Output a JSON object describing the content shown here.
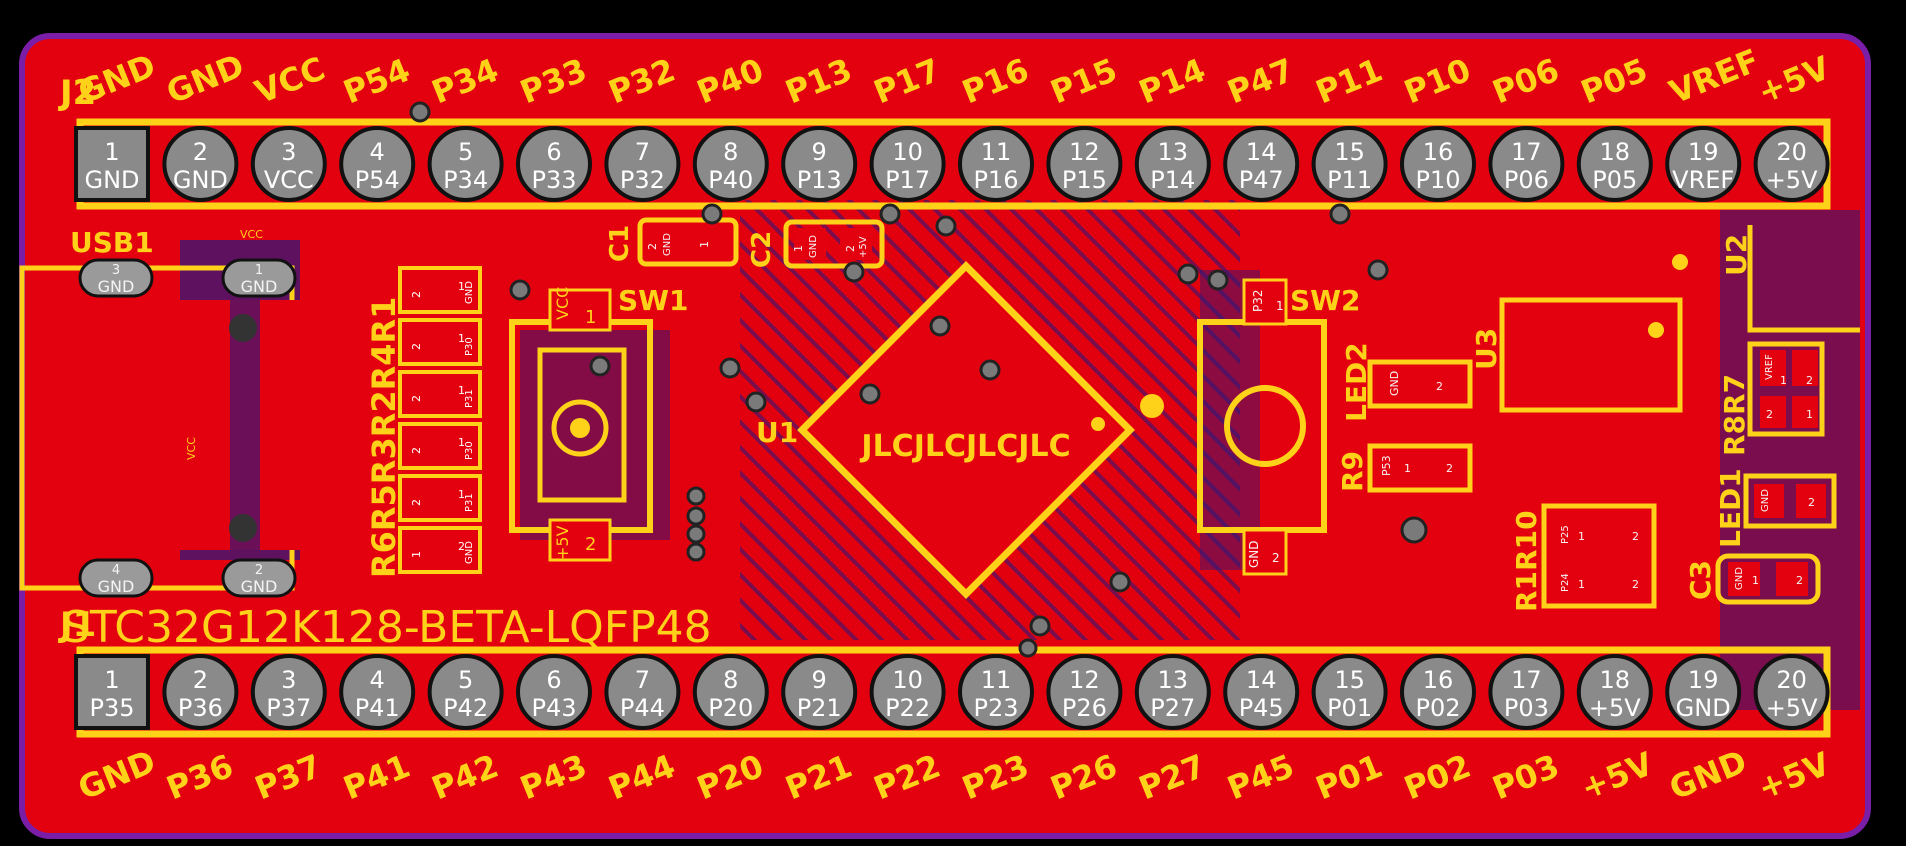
{
  "board": {
    "title": "STC32G12K128-BETA-LQFP48",
    "colors": {
      "background": "#000000",
      "copper_top": "#e3000f",
      "copper_bottom": "#1a1a88",
      "silkscreen": "#ffd21a",
      "outline": "#7a1ea8",
      "pad": "#9a9a9a",
      "pad_text": "#ffffff"
    }
  },
  "top_header": {
    "designator": "J2",
    "pins": [
      {
        "num": "1",
        "net": "GND",
        "label": "GND"
      },
      {
        "num": "2",
        "net": "GND",
        "label": "GND"
      },
      {
        "num": "3",
        "net": "VCC",
        "label": "VCC"
      },
      {
        "num": "4",
        "net": "P54",
        "label": "P54"
      },
      {
        "num": "5",
        "net": "P34",
        "label": "P34"
      },
      {
        "num": "6",
        "net": "P33",
        "label": "P33"
      },
      {
        "num": "7",
        "net": "P32",
        "label": "P32"
      },
      {
        "num": "8",
        "net": "P40",
        "label": "P40"
      },
      {
        "num": "9",
        "net": "P13",
        "label": "P13"
      },
      {
        "num": "10",
        "net": "P17",
        "label": "P17"
      },
      {
        "num": "11",
        "net": "P16",
        "label": "P16"
      },
      {
        "num": "12",
        "net": "P15",
        "label": "P15"
      },
      {
        "num": "13",
        "net": "P14",
        "label": "P14"
      },
      {
        "num": "14",
        "net": "P47",
        "label": "P47"
      },
      {
        "num": "15",
        "net": "P11",
        "label": "P11"
      },
      {
        "num": "16",
        "net": "P10",
        "label": "P10"
      },
      {
        "num": "17",
        "net": "P06",
        "label": "P06"
      },
      {
        "num": "18",
        "net": "P05",
        "label": "P05"
      },
      {
        "num": "19",
        "net": "VREF",
        "label": "VREF"
      },
      {
        "num": "20",
        "net": "+5V",
        "label": "+5V"
      }
    ]
  },
  "bottom_header": {
    "designator": "J1",
    "pins": [
      {
        "num": "1",
        "net": "P35",
        "label": "GND"
      },
      {
        "num": "2",
        "net": "P36",
        "label": "P36"
      },
      {
        "num": "3",
        "net": "P37",
        "label": "P37"
      },
      {
        "num": "4",
        "net": "P41",
        "label": "P41"
      },
      {
        "num": "5",
        "net": "P42",
        "label": "P42"
      },
      {
        "num": "6",
        "net": "P43",
        "label": "P43"
      },
      {
        "num": "7",
        "net": "P44",
        "label": "P44"
      },
      {
        "num": "8",
        "net": "P20",
        "label": "P20"
      },
      {
        "num": "9",
        "net": "P21",
        "label": "P21"
      },
      {
        "num": "10",
        "net": "P22",
        "label": "P22"
      },
      {
        "num": "11",
        "net": "P23",
        "label": "P23"
      },
      {
        "num": "12",
        "net": "P26",
        "label": "P26"
      },
      {
        "num": "13",
        "net": "P27",
        "label": "P27"
      },
      {
        "num": "14",
        "net": "P45",
        "label": "P45"
      },
      {
        "num": "15",
        "net": "P01",
        "label": "P01"
      },
      {
        "num": "16",
        "net": "P02",
        "label": "P02"
      },
      {
        "num": "17",
        "net": "P03",
        "label": "P03"
      },
      {
        "num": "18",
        "net": "+5V",
        "label": "+5V"
      },
      {
        "num": "19",
        "net": "GND",
        "label": "GND"
      },
      {
        "num": "20",
        "net": "+5V",
        "label": "+5V"
      }
    ]
  },
  "usb": {
    "designator": "USB1",
    "pads": [
      {
        "num": "3",
        "net": "GND"
      },
      {
        "num": "1",
        "net": "GND"
      },
      {
        "num": "4",
        "net": "GND"
      },
      {
        "num": "2",
        "net": "GND"
      }
    ]
  },
  "resistor_column": {
    "designators": "R6R5R3R2R4R1",
    "parts": [
      {
        "left_pin": "2",
        "right_pin": "1",
        "net": "GND"
      },
      {
        "left_pin": "2",
        "right_pin": "1",
        "net": "P30"
      },
      {
        "left_pin": "2",
        "right_pin": "1",
        "net": "P31"
      },
      {
        "left_pin": "2",
        "right_pin": "1",
        "net": "P30"
      },
      {
        "left_pin": "2",
        "right_pin": "1",
        "net": "P31"
      },
      {
        "left_pin": "1",
        "right_pin": "2",
        "net": "GND"
      }
    ]
  },
  "sw1": {
    "designator": "SW1",
    "pin1": "1",
    "pin1_net": "VCC",
    "pin2": "2",
    "pin2_net": "+5V"
  },
  "c1": {
    "designator": "C1",
    "pin2": "2",
    "net": "GND",
    "pin1": "1"
  },
  "c2": {
    "designator": "C2",
    "pin1": "1",
    "net1": "GND",
    "pin2": "2",
    "net2": "+5V"
  },
  "u1": {
    "designator": "U1",
    "marking": "JLCJLCJLCJLC"
  },
  "sw2": {
    "designator": "SW2",
    "top_net": "P32",
    "top_pin": "1",
    "bottom_net": "GND",
    "bottom_pin": "2"
  },
  "led2": {
    "designator": "LED2",
    "net": "GND",
    "pin": "2"
  },
  "r9": {
    "designator": "R9",
    "net": "P53",
    "pin1": "1",
    "pin2": "2"
  },
  "u2": {
    "designator": "U2"
  },
  "u3": {
    "designator": "U3"
  },
  "r7r8": {
    "designator": "R8R7",
    "parts": [
      {
        "net": "VREF",
        "pin": "1",
        "pin2": "2"
      },
      {
        "net": "",
        "pin": "2",
        "pin2": "1"
      }
    ]
  },
  "led1": {
    "designator": "LED1",
    "net": "GND",
    "pin": "2"
  },
  "r1r10": {
    "designator": "R1R10",
    "parts": [
      {
        "net": "P25",
        "pin": "1",
        "pin2": "2"
      },
      {
        "net": "P24",
        "pin": "1",
        "pin2": "2"
      }
    ]
  },
  "c3": {
    "designator": "C3",
    "net": "GND",
    "pin": "1",
    "pin2": "2"
  },
  "small_labels": {
    "vcc": "VCC",
    "plus5v": "+5V",
    "p53": "P53",
    "gnd": "GND"
  }
}
